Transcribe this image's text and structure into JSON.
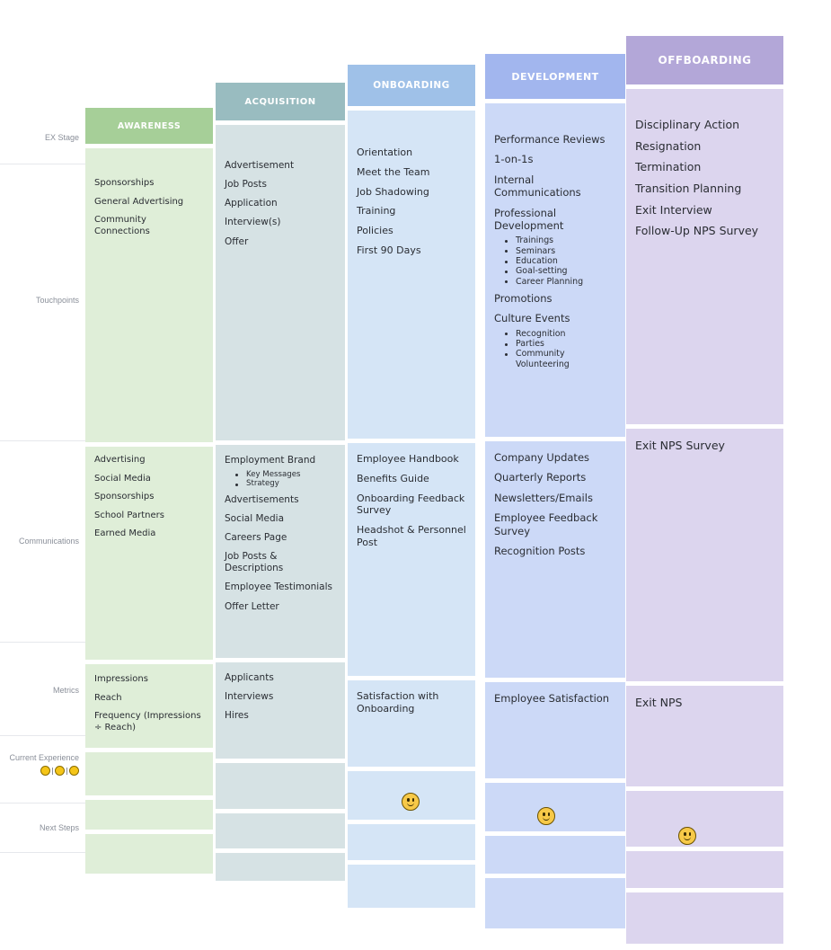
{
  "rows": {
    "ex_stage": "EX Stage",
    "touchpoints": "Touchpoints",
    "communications": "Communications",
    "metrics": "Metrics",
    "current_experience": "Current Experience",
    "next_steps": "Next Steps"
  },
  "stages": [
    {
      "name": "AWARENESS",
      "color": "#a6cf98",
      "cell_color": "#dfeed8",
      "touchpoints": [
        {
          "text": "Sponsorships"
        },
        {
          "text": "General Advertising"
        },
        {
          "text": "Community Connections"
        }
      ],
      "communications": [
        {
          "text": "Advertising"
        },
        {
          "text": "Social Media"
        },
        {
          "text": "Sponsorships"
        },
        {
          "text": "School Partners"
        },
        {
          "text": "Earned Media"
        }
      ],
      "metrics": [
        {
          "text": "Impressions"
        },
        {
          "text": "Reach"
        },
        {
          "text": "Frequency (Impressions ÷ Reach)"
        }
      ],
      "current_experience": "none"
    },
    {
      "name": "ACQUISITION",
      "color": "#99bcc0",
      "cell_color": "#d6e2e4",
      "touchpoints": [
        {
          "text": "Advertisement"
        },
        {
          "text": "Job Posts"
        },
        {
          "text": "Application"
        },
        {
          "text": "Interview(s)"
        },
        {
          "text": "Offer"
        }
      ],
      "communications": [
        {
          "text": "Employment Brand",
          "subs": [
            "Key Messages",
            "Strategy"
          ]
        },
        {
          "text": "Advertisements"
        },
        {
          "text": "Social Media"
        },
        {
          "text": "Careers Page"
        },
        {
          "text": "Job Posts & Descriptions"
        },
        {
          "text": "Employee Testimonials"
        },
        {
          "text": "Offer Letter"
        }
      ],
      "metrics": [
        {
          "text": "Applicants"
        },
        {
          "text": "Interviews"
        },
        {
          "text": "Hires"
        }
      ],
      "current_experience": "none"
    },
    {
      "name": "ONBOARDING",
      "color": "#9fc1e8",
      "cell_color": "#d5e5f6",
      "touchpoints": [
        {
          "text": "Orientation"
        },
        {
          "text": "Meet the Team"
        },
        {
          "text": "Job Shadowing"
        },
        {
          "text": "Training"
        },
        {
          "text": "Policies"
        },
        {
          "text": "First 90 Days"
        }
      ],
      "communications": [
        {
          "text": "Employee Handbook"
        },
        {
          "text": "Benefits Guide"
        },
        {
          "text": "Onboarding Feedback Survey"
        },
        {
          "text": "Headshot & Personnel Post"
        }
      ],
      "metrics": [
        {
          "text": "Satisfaction with Onboarding"
        }
      ],
      "current_experience": "smile-icon"
    },
    {
      "name": "DEVELOPMENT",
      "color": "#a2b6ee",
      "cell_color": "#ccd9f7",
      "touchpoints": [
        {
          "text": "Performance Reviews"
        },
        {
          "text": "1-on-1s"
        },
        {
          "text": "Internal Communications"
        },
        {
          "text": "Professional Development",
          "subs": [
            "Trainings",
            "Seminars",
            "Education",
            "Goal-setting",
            "Career Planning"
          ]
        },
        {
          "text": "Promotions"
        },
        {
          "text": "Culture Events",
          "subs": [
            "Recognition",
            "Parties",
            "Community Volunteering"
          ]
        }
      ],
      "communications": [
        {
          "text": "Company Updates"
        },
        {
          "text": "Quarterly Reports"
        },
        {
          "text": "Newsletters/Emails"
        },
        {
          "text": "Employee Feedback Survey"
        },
        {
          "text": "Recognition Posts"
        }
      ],
      "metrics": [
        {
          "text": "Employee Satisfaction"
        }
      ],
      "current_experience": "smile-icon"
    },
    {
      "name": "OFFBOARDING",
      "color": "#b3a7d8",
      "cell_color": "#dcd5ee",
      "touchpoints": [
        {
          "text": "Disciplinary Action"
        },
        {
          "text": "Resignation"
        },
        {
          "text": "Termination"
        },
        {
          "text": "Transition Planning"
        },
        {
          "text": "Exit Interview"
        },
        {
          "text": "Follow-Up NPS Survey"
        }
      ],
      "communications": [
        {
          "text": "Exit NPS Survey"
        }
      ],
      "metrics": [
        {
          "text": "Exit NPS"
        }
      ],
      "current_experience": "smile-icon"
    }
  ]
}
